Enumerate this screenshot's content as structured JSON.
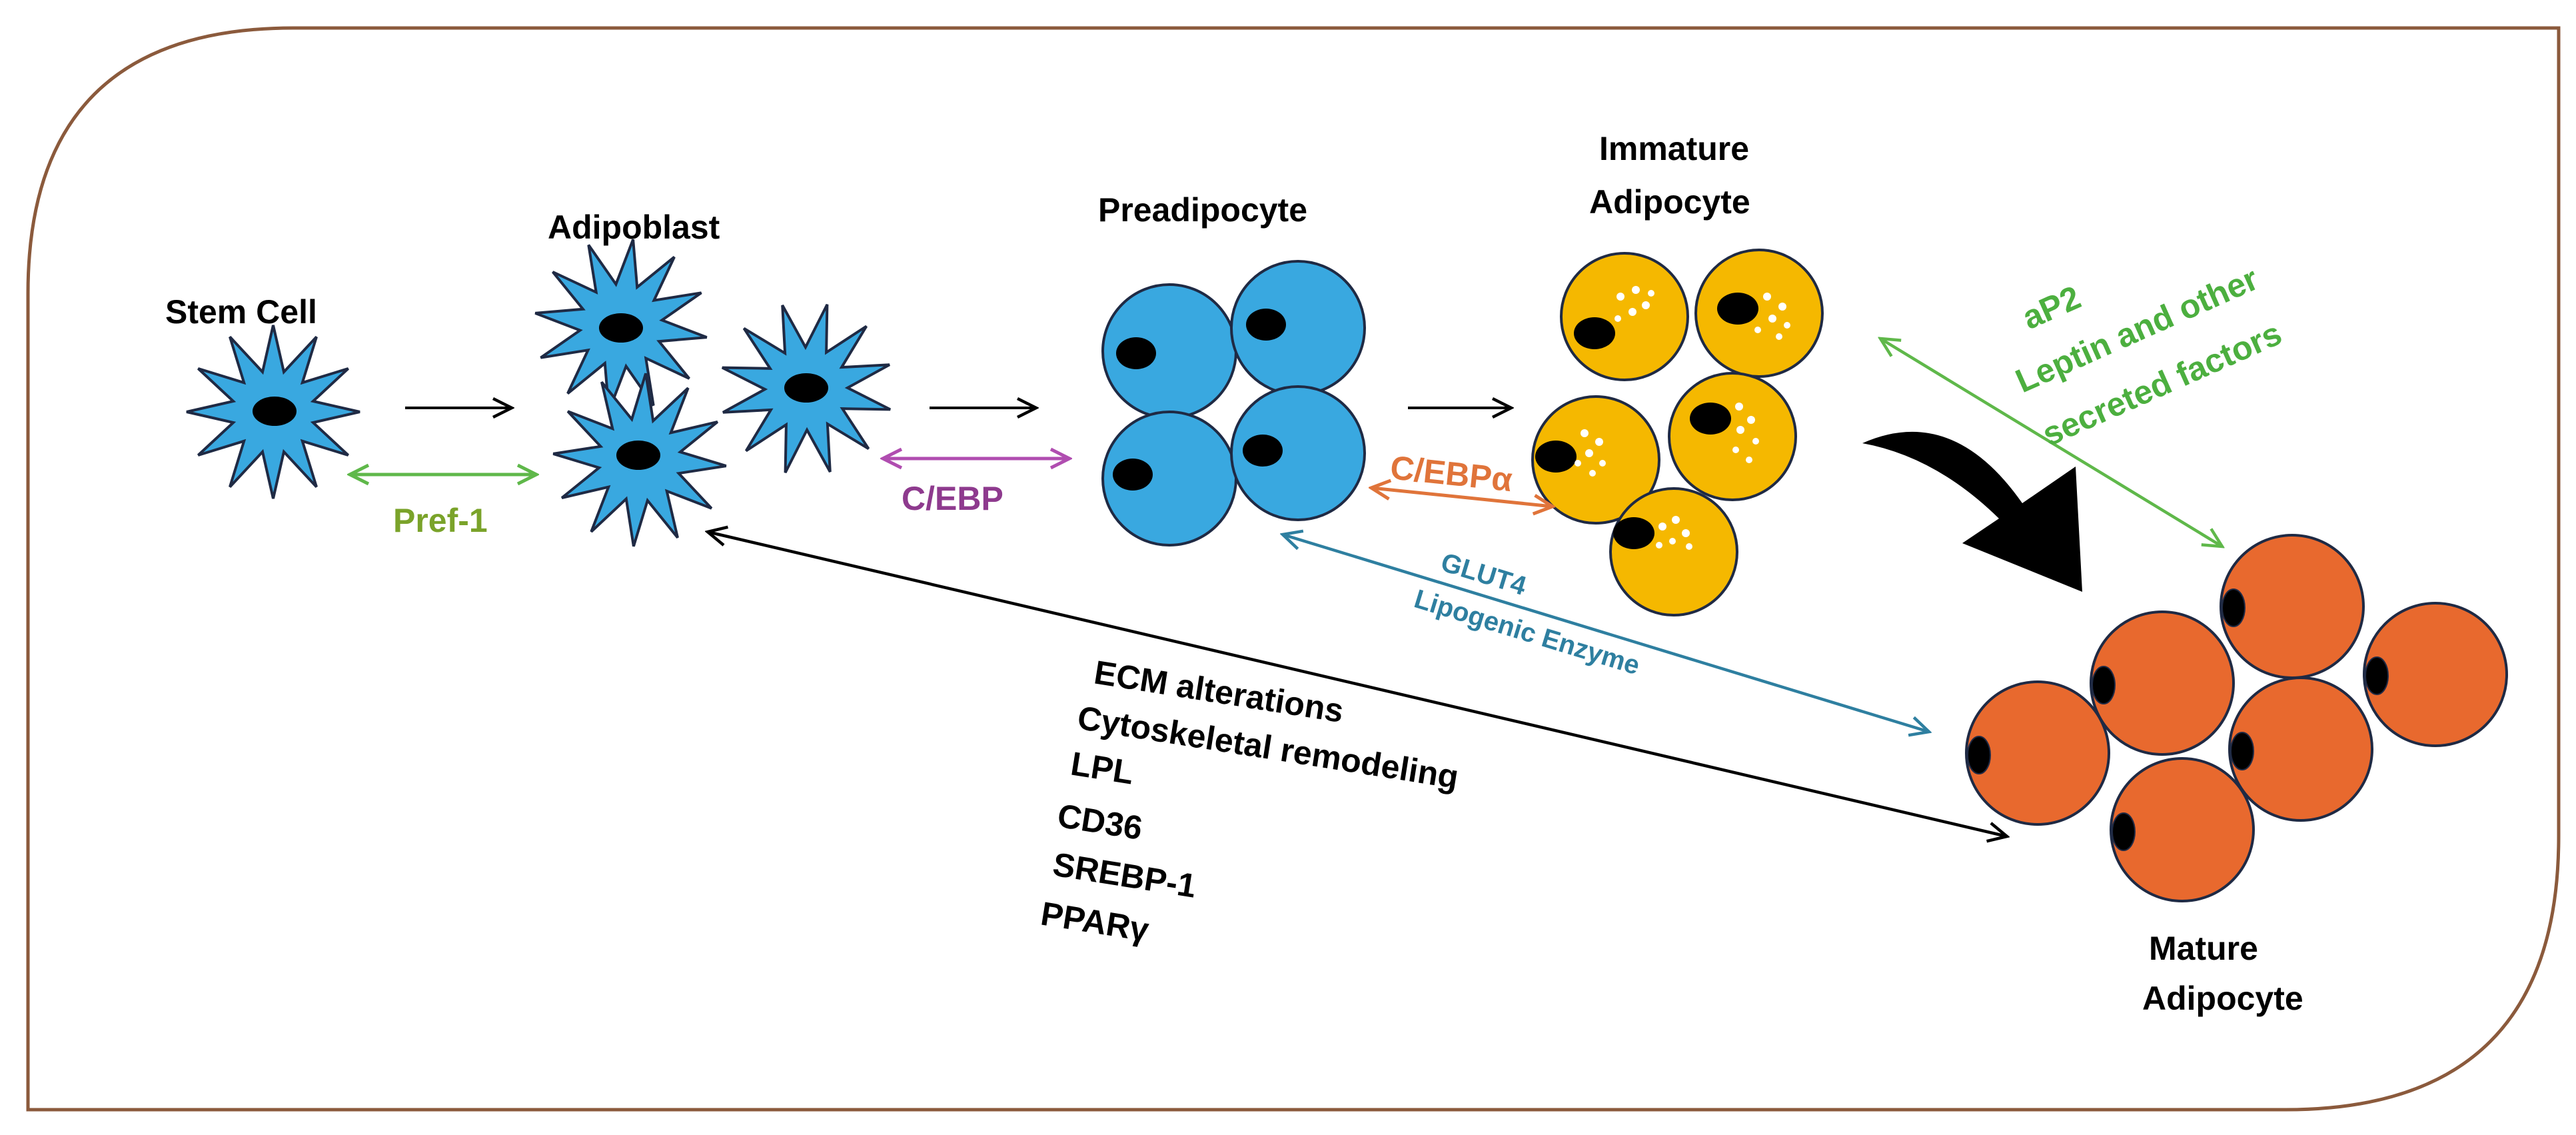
{
  "stages": {
    "stem_cell": "Stem Cell",
    "adipoblast": "Adipoblast",
    "preadipocyte": "Preadipocyte",
    "immature_line1": "Immature",
    "immature_line2": "Adipocyte",
    "mature_line1": "Mature",
    "mature_line2": "Adipocyte"
  },
  "markers": {
    "pref1": "Pref-1",
    "cebp": "C/EBP",
    "cebpa": "C/EBPα",
    "glut4": "GLUT4",
    "lipogenic": "Lipogenic Enzyme",
    "ap2": "aP2",
    "leptin_line1": "Leptin and other",
    "leptin_line2": "secreted factors"
  },
  "factors": [
    "ECM alterations",
    "Cytoskeletal  remodeling",
    "LPL",
    "CD36",
    "SREBP-1",
    "PPARγ"
  ],
  "colors": {
    "frame": "#8b5a3c",
    "blue_cell": "#39a8e0",
    "yellow_cell": "#f5b800",
    "orange_cell": "#e8692e",
    "nucleus": "#000000",
    "pref1": "#7aa32a",
    "pref1_arrow": "#5fb84a",
    "cebp": "#8e3a8e",
    "cebp_arrow": "#b04db0",
    "cebpa": "#e0743a",
    "glut4": "#2e7fa0",
    "green_text": "#4caf3f"
  }
}
